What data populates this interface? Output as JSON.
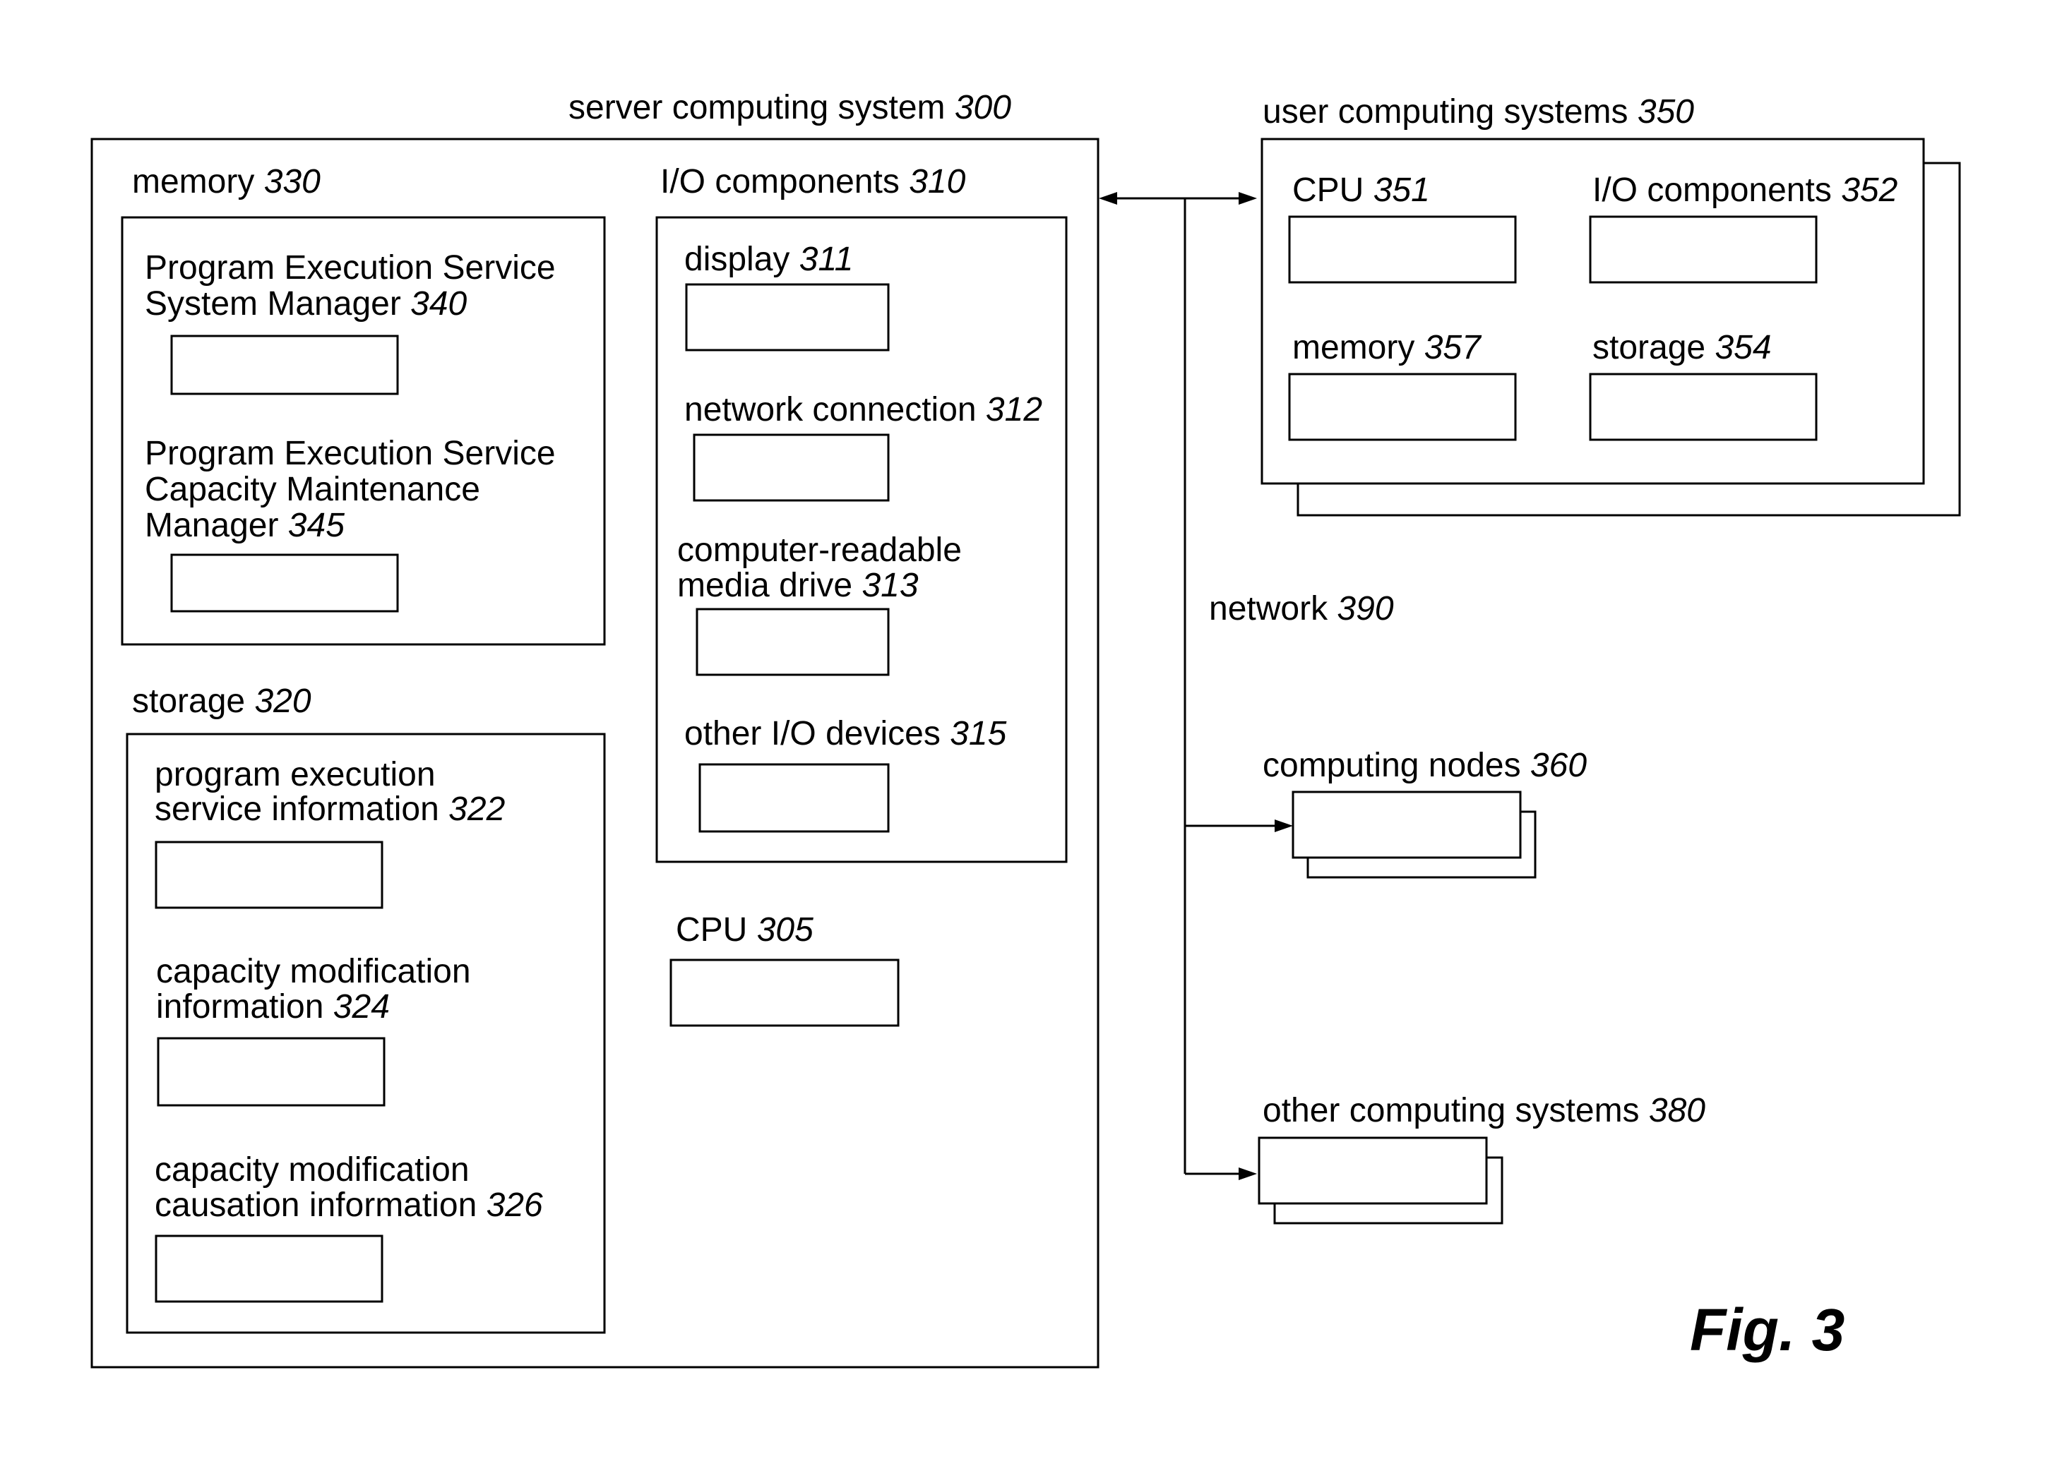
{
  "server": {
    "title": "server computing system",
    "title_num": "300",
    "memory": {
      "title": "memory",
      "title_num": "330",
      "items": [
        {
          "line1": "Program Execution Service",
          "line2": "System Manager",
          "num": "340"
        },
        {
          "line1": "Program Execution Service",
          "line2": "Capacity Maintenance",
          "line3": "Manager",
          "num": "345"
        }
      ]
    },
    "storage": {
      "title": "storage",
      "title_num": "320",
      "items": [
        {
          "line1": "program execution",
          "line2": "service information",
          "num": "322"
        },
        {
          "line1": "capacity modification",
          "line2": "information",
          "num": "324"
        },
        {
          "line1": "capacity modification",
          "line2": "causation information",
          "num": "326"
        }
      ]
    },
    "io": {
      "title": "I/O components",
      "title_num": "310",
      "items": [
        {
          "line1": "display",
          "num": "311"
        },
        {
          "line1": "network connection",
          "num": "312"
        },
        {
          "line1": "computer-readable",
          "line2": "media drive",
          "num": "313"
        },
        {
          "line1": "other I/O devices",
          "num": "315"
        }
      ]
    },
    "cpu": {
      "label": "CPU",
      "num": "305"
    }
  },
  "user_systems": {
    "title": "user computing systems",
    "title_num": "350",
    "cpu": {
      "label": "CPU",
      "num": "351"
    },
    "io": {
      "label": "I/O components",
      "num": "352"
    },
    "memory": {
      "label": "memory",
      "num": "357"
    },
    "storage": {
      "label": "storage",
      "num": "354"
    }
  },
  "network": {
    "label": "network",
    "num": "390"
  },
  "computing_nodes": {
    "label": "computing nodes",
    "num": "360"
  },
  "other_systems": {
    "label": "other computing systems",
    "num": "380"
  },
  "figure_label": "Fig. 3"
}
